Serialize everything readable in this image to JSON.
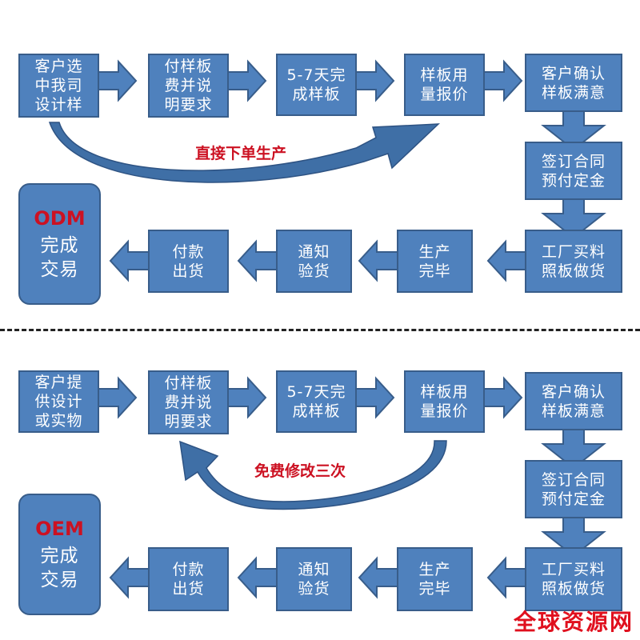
{
  "colors": {
    "box_fill": "#4f81bd",
    "box_border": "#385d8a",
    "accent_red": "#cc1122"
  },
  "odm": {
    "steps_row1": [
      "客户选\n中我司\n设计样",
      "付样板\n费并说\n明要求",
      "5-7天完\n成样板",
      "样板用\n量报价",
      "客户确认\n样板满意"
    ],
    "step_contract": "签订合同\n预付定金",
    "steps_row2": [
      "工厂买料\n照板做货",
      "生产\n完毕",
      "通知\n验货",
      "付款\n出货"
    ],
    "end_brand": "ODM",
    "end_text": "完成\n交易",
    "curve_label": "直接下单生产"
  },
  "oem": {
    "steps_row1": [
      "客户提\n供设计\n或实物",
      "付样板\n费并说\n明要求",
      "5-7天完\n成样板",
      "样板用\n量报价",
      "客户确认\n样板满意"
    ],
    "step_contract": "签订合同\n预付定金",
    "steps_row2": [
      "工厂买料\n照板做货",
      "生产\n完毕",
      "通知\n验货",
      "付款\n出货"
    ],
    "end_brand": "OEM",
    "end_text": "完成\n交易",
    "curve_label": "免费修改三次"
  },
  "watermark": "全球资源网"
}
